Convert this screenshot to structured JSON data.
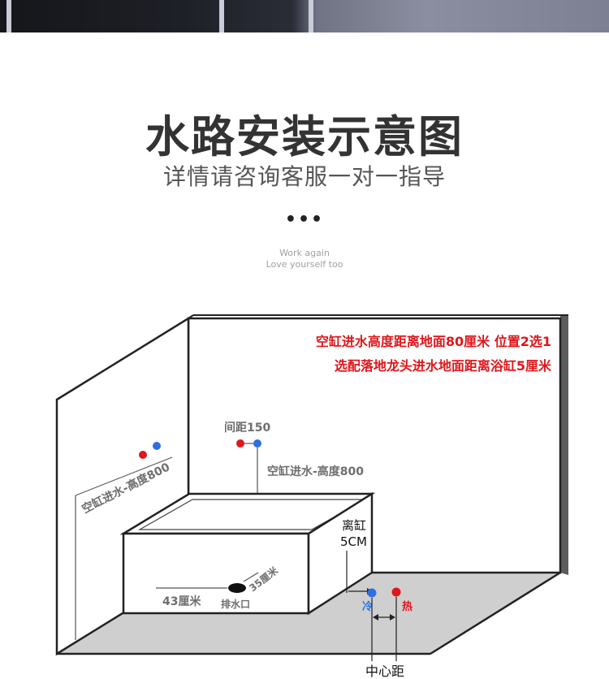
{
  "header": {
    "title": "水路安装示意图",
    "subtitle": "详情请咨询客服一对一指导",
    "dots": "•••",
    "motto_line1": "Work again",
    "motto_line2": "Love yourself too"
  },
  "diagram": {
    "notes": {
      "line1": "空缸进水高度距离地面80厘米  位置2选1",
      "line2": "选配落地龙头进水地面距离浴缸5厘米"
    },
    "labels": {
      "left_wall_height": "空缸进水-高度800",
      "spacing": "间距150",
      "back_wall_height": "空缸进水-高度800",
      "away_from_tub_1": "离缸",
      "away_from_tub_2": "5CM",
      "width_43": "43厘米",
      "depth_35": "35厘米",
      "drain": "排水口",
      "cold": "冷",
      "hot": "热",
      "center_distance": "中心距"
    },
    "colors": {
      "hot": "#e0161b",
      "cold": "#2f6fe0",
      "floor": "#cfcfcf",
      "note": "#e0161b"
    }
  }
}
